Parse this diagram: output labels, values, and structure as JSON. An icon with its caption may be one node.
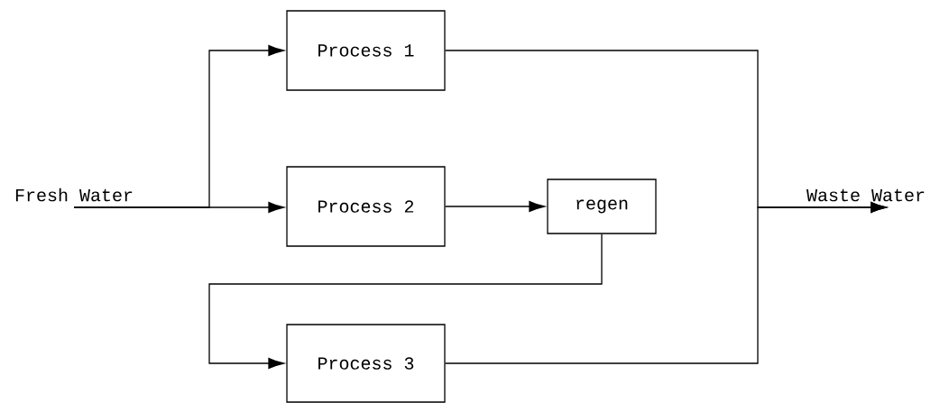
{
  "diagram": {
    "nodes": [
      {
        "text": [
          "Fresh Water"
        ]
      },
      {
        "text": [
          "Process 1"
        ]
      },
      {
        "text": [
          "Process 2"
        ]
      },
      {
        "text": [
          "regen"
        ]
      },
      {
        "text": [
          "Process 3"
        ]
      },
      {
        "text": [
          "Waste Water"
        ]
      }
    ],
    "edges": [
      {
        "from": 0,
        "to": 1,
        "arrow": "to"
      },
      {
        "from": 0,
        "to": 2,
        "arrow": "to"
      },
      {
        "from": 2,
        "to": 3,
        "arrow": "to"
      },
      {
        "from": 3,
        "to": 4,
        "arrow": "to"
      },
      {
        "from": 1,
        "to": 5,
        "arrow": "to"
      },
      {
        "from": 4,
        "to": 5,
        "arrow": "to"
      }
    ]
  }
}
